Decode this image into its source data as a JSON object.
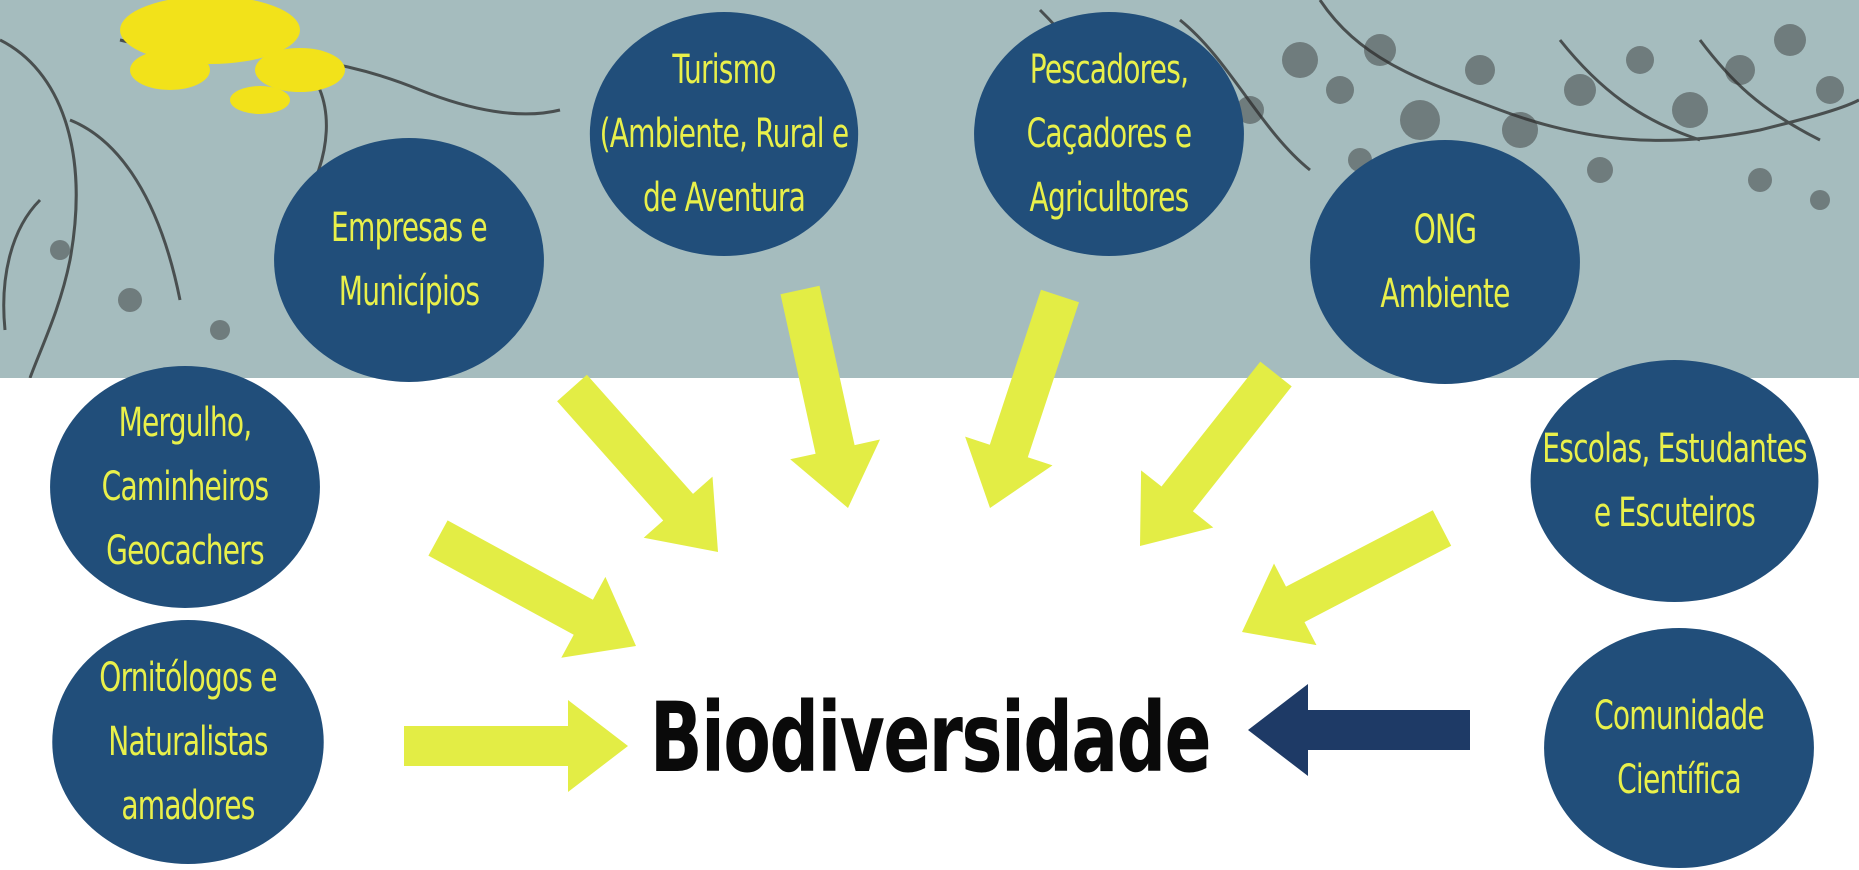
{
  "diagram": {
    "center": {
      "label": "Biodiversidade"
    },
    "nodes": [
      {
        "id": "empresas",
        "label": "Empresas e\nMunicípios"
      },
      {
        "id": "turismo",
        "label": "Turismo\n(Ambiente, Rural e\nde Aventura"
      },
      {
        "id": "pescadores",
        "label": "Pescadores,\nCaçadores e\nAgricultores"
      },
      {
        "id": "ong",
        "label": "ONG\nAmbiente"
      },
      {
        "id": "mergulho",
        "label": "Mergulho,\nCaminheiros\nGeocachers"
      },
      {
        "id": "escolas",
        "label": "Escolas, Estudantes\ne Escuteiros"
      },
      {
        "id": "ornitologos",
        "label": "Ornitólogos e\nNaturalistas\namadores"
      },
      {
        "id": "comunidade",
        "label": "Comunidade\nCientífica"
      }
    ],
    "colors": {
      "node_fill": "#214e7a",
      "node_text": "#e9f04a",
      "arrow_yellow": "#e3ed45",
      "arrow_dark": "#1e3a66",
      "top_band": "#a5bcbe",
      "highlight": "#f2e21a"
    }
  }
}
